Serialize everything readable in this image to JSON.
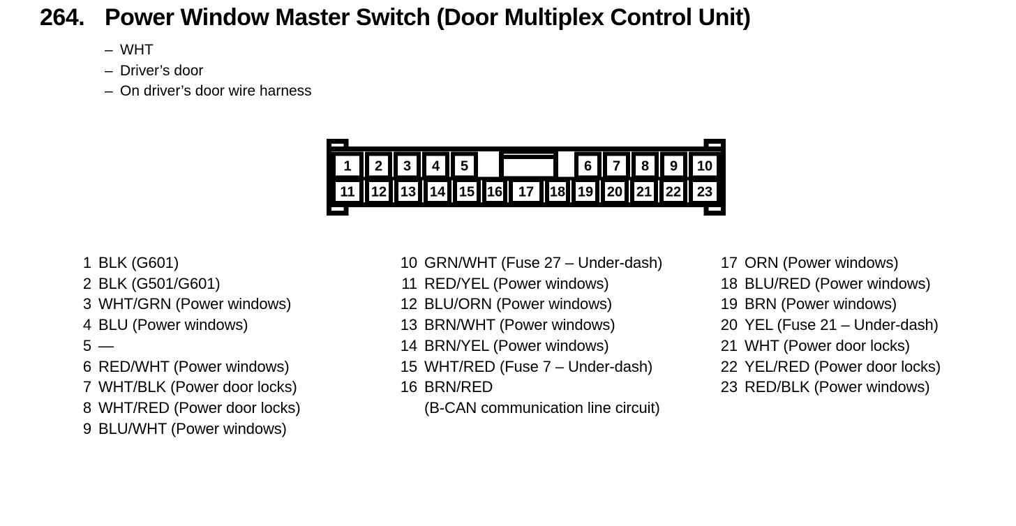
{
  "header": {
    "number": "264.",
    "title": "Power Window Master Switch (Door Multiplex Control Unit)"
  },
  "notes": {
    "bullet": "–",
    "items": [
      "WHT",
      "Driver’s door",
      "On driver’s door wire harness"
    ]
  },
  "connector": {
    "top_left_pins": [
      "1",
      "2",
      "3",
      "4",
      "5"
    ],
    "top_right_pins": [
      "6",
      "7",
      "8",
      "9",
      "10"
    ],
    "bottom_pins": [
      "11",
      "12",
      "13",
      "14",
      "15",
      "16",
      "17",
      "18",
      "19",
      "20",
      "21",
      "22",
      "23"
    ]
  },
  "pin_list": {
    "columns": [
      {
        "items": [
          {
            "pin": "1",
            "desc": "BLK (G601)"
          },
          {
            "pin": "2",
            "desc": "BLK (G501/G601)"
          },
          {
            "pin": "3",
            "desc": "WHT/GRN (Power windows)"
          },
          {
            "pin": "4",
            "desc": "BLU (Power windows)"
          },
          {
            "pin": "5",
            "desc": "—"
          },
          {
            "pin": "6",
            "desc": "RED/WHT (Power windows)"
          },
          {
            "pin": "7",
            "desc": "WHT/BLK (Power door locks)"
          },
          {
            "pin": "8",
            "desc": "WHT/RED (Power door locks)"
          },
          {
            "pin": "9",
            "desc": "BLU/WHT (Power windows)"
          }
        ]
      },
      {
        "items": [
          {
            "pin": "10",
            "desc": "GRN/WHT (Fuse 27 – Under-dash)"
          },
          {
            "pin": "11",
            "desc": "RED/YEL (Power windows)"
          },
          {
            "pin": "12",
            "desc": "BLU/ORN (Power windows)"
          },
          {
            "pin": "13",
            "desc": "BRN/WHT (Power windows)"
          },
          {
            "pin": "14",
            "desc": "BRN/YEL (Power windows)"
          },
          {
            "pin": "15",
            "desc": "WHT/RED (Fuse 7 – Under-dash)"
          },
          {
            "pin": "16",
            "desc": "BRN/RED",
            "desc2": "(B-CAN communication line circuit)"
          }
        ]
      },
      {
        "items": [
          {
            "pin": "17",
            "desc": "ORN (Power windows)"
          },
          {
            "pin": "18",
            "desc": "BLU/RED (Power windows)"
          },
          {
            "pin": "19",
            "desc": "BRN (Power windows)"
          },
          {
            "pin": "20",
            "desc": "YEL (Fuse 21 – Under-dash)"
          },
          {
            "pin": "21",
            "desc": "WHT (Power door locks)"
          },
          {
            "pin": "22",
            "desc": "YEL/RED (Power door locks)"
          },
          {
            "pin": "23",
            "desc": "RED/BLK (Power windows)"
          }
        ]
      }
    ]
  },
  "colors": {
    "ink": "#000000",
    "paper": "#ffffff"
  }
}
